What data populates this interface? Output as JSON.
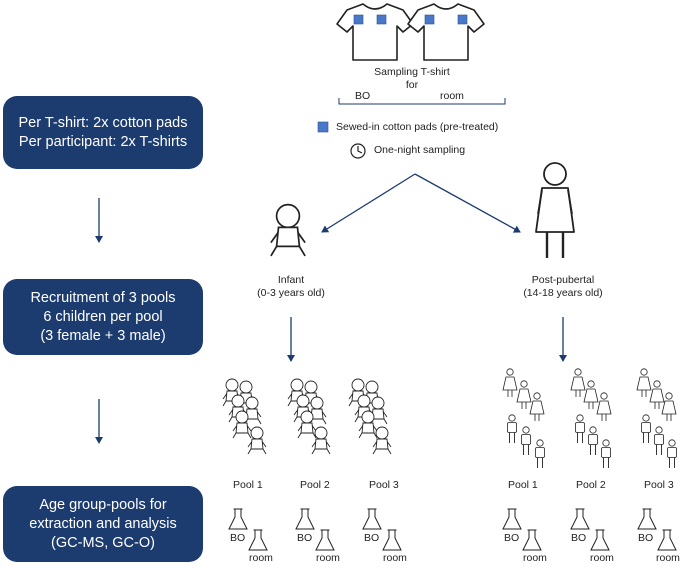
{
  "boxes": {
    "tshirt_info": [
      "Per T-shirt: 2x cotton pads",
      "Per participant: 2x T-shirts"
    ],
    "recruitment": [
      "Recruitment of 3 pools",
      "6 children per pool",
      "(3 female + 3 male)"
    ],
    "analysis": [
      "Age group-pools for",
      "extraction and analysis",
      "(GC-MS, GC-O)"
    ]
  },
  "sampling": {
    "title_lines": [
      "Sampling T-shirt",
      "for"
    ],
    "bo_label": "BO",
    "room_label": "room",
    "legend_pads": "Sewed-in cotton pads (pre-treated)",
    "legend_time": "One-night sampling",
    "pad_color": "#4a78c8"
  },
  "groups": {
    "infant": {
      "lines": [
        "Infant",
        "(0-3 years old)"
      ]
    },
    "postpubertal": {
      "lines": [
        "Post-pubertal",
        "(14-18 years old)"
      ]
    }
  },
  "pools": {
    "infant": [
      "Pool 1",
      "Pool 2",
      "Pool 3"
    ],
    "postpubertal": [
      "Pool 1",
      "Pool 2",
      "Pool 3"
    ]
  },
  "flask_labels": {
    "bo": "BO",
    "room": "room"
  },
  "colors": {
    "box_bg": "#1c3b6e",
    "arrow": "#1c3b6e"
  }
}
